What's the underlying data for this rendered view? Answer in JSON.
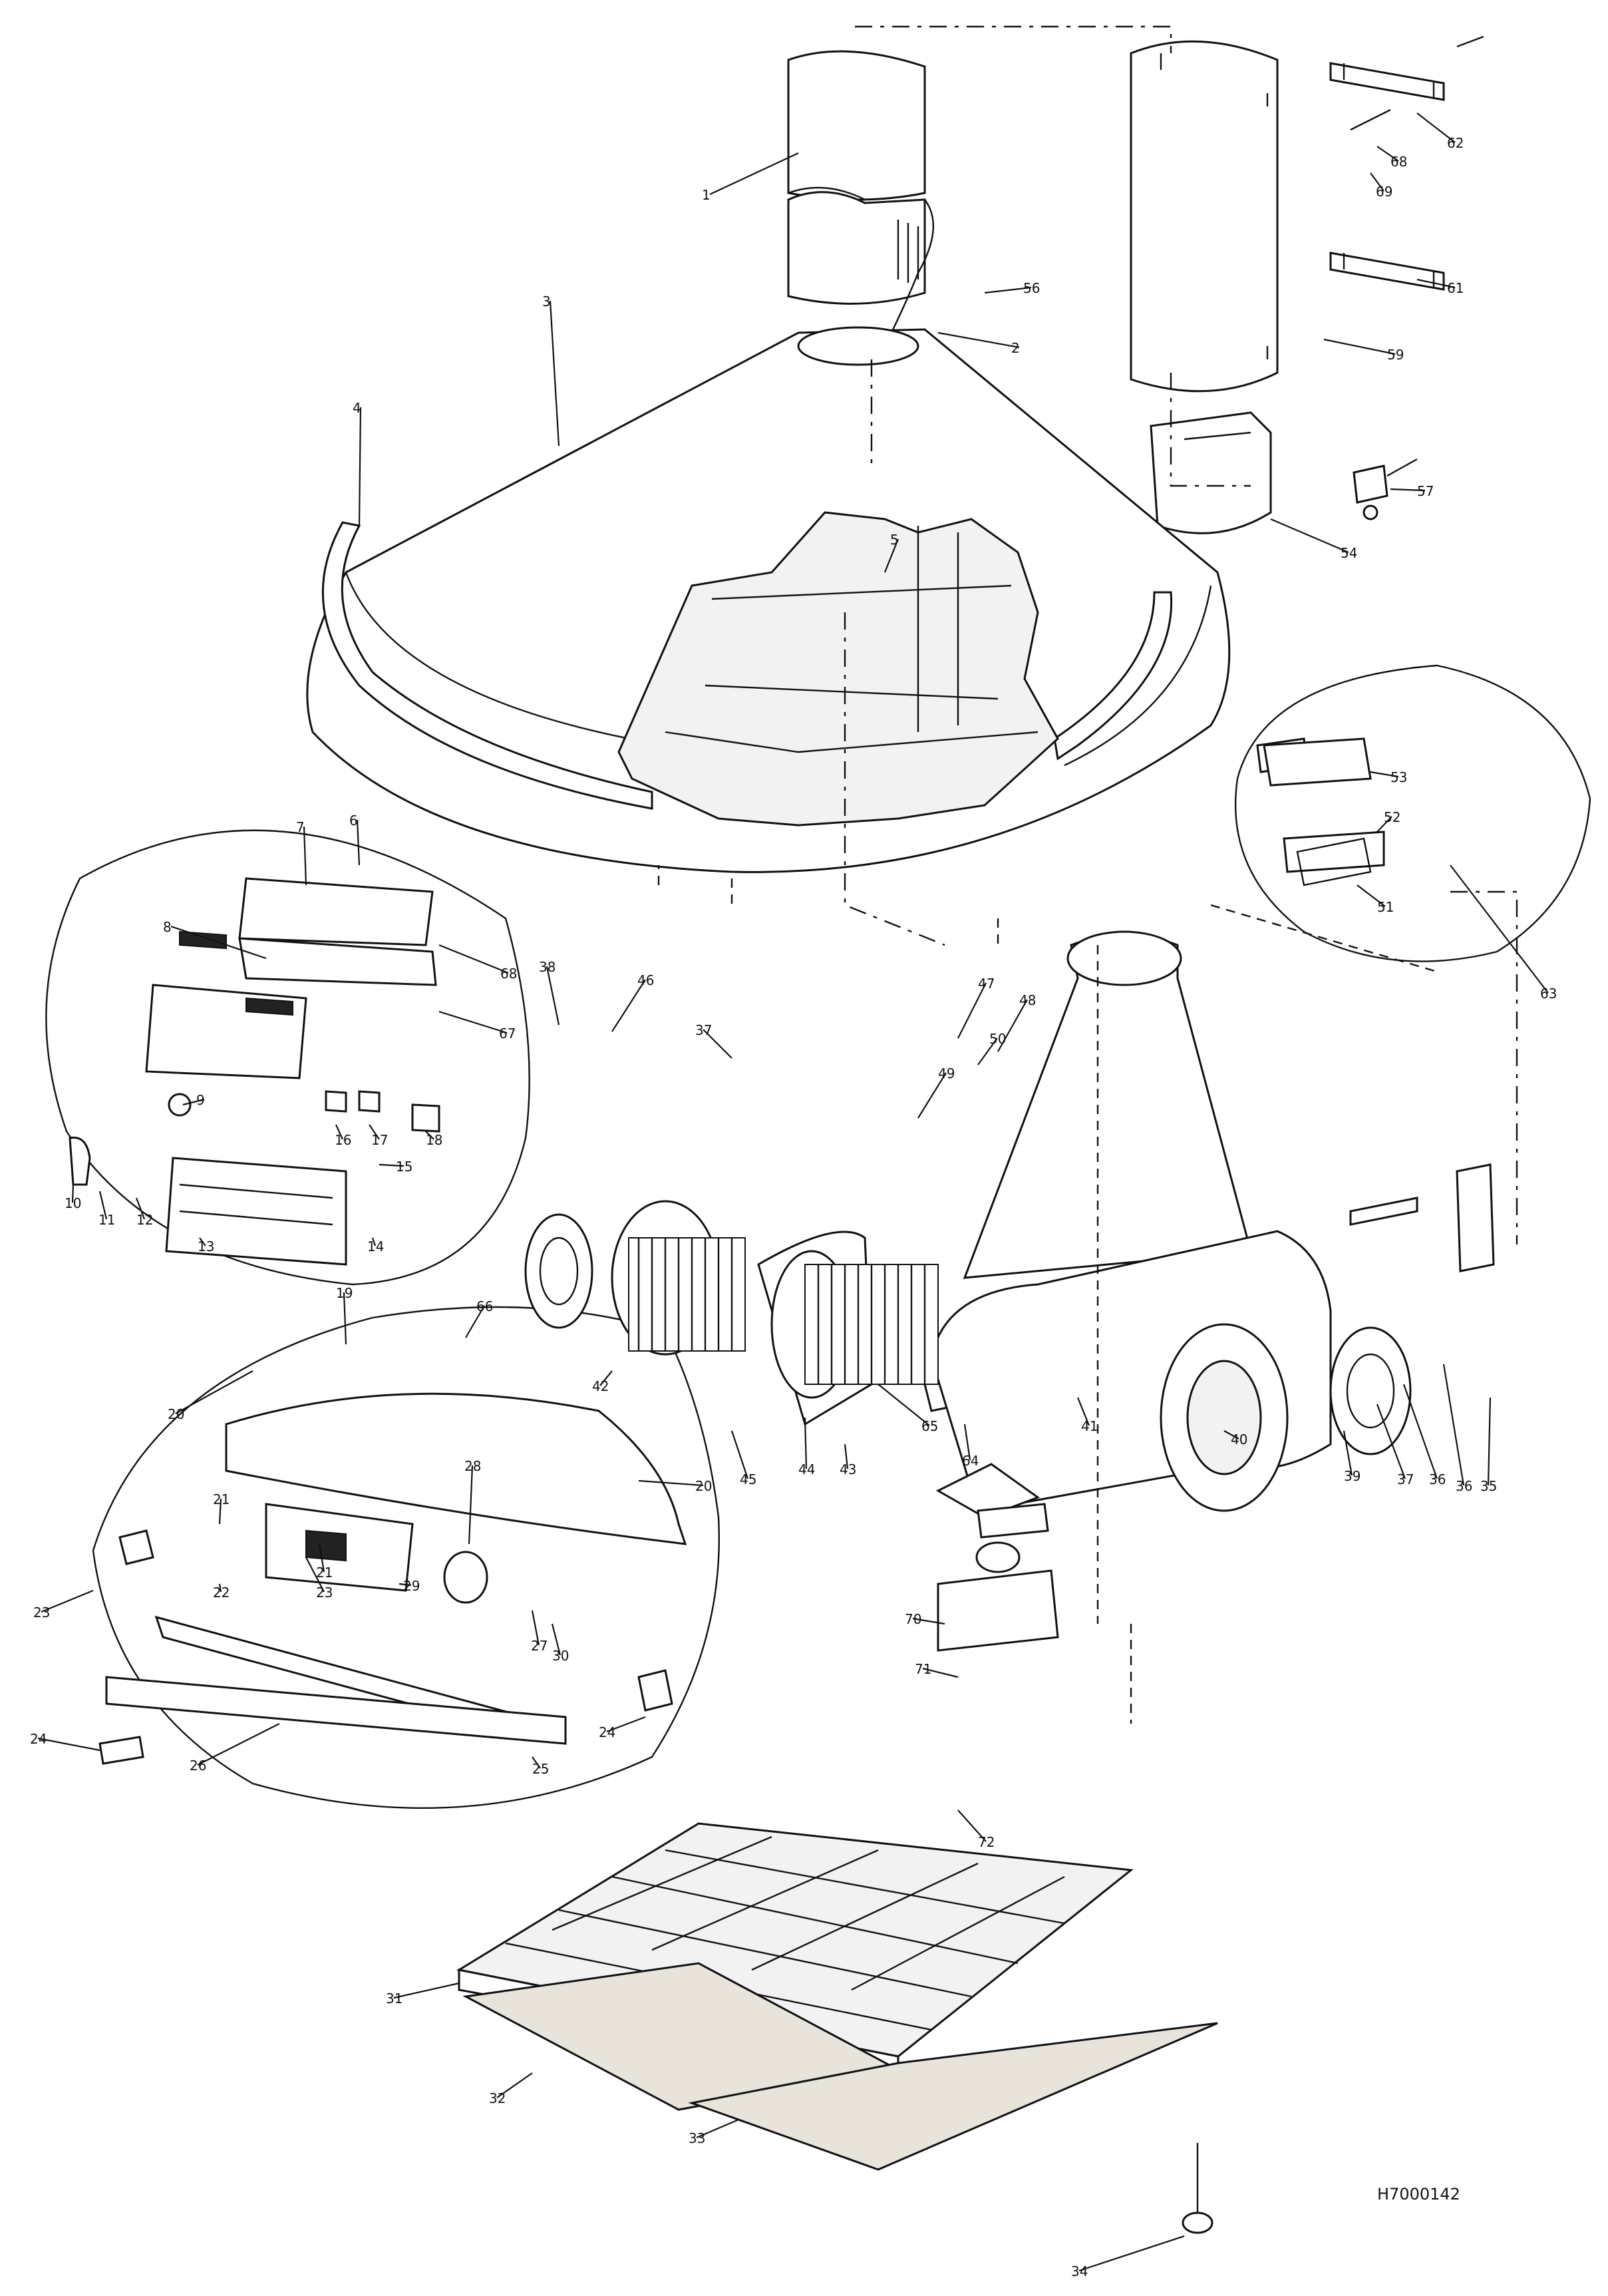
{
  "drawing_code": "H7000142",
  "callouts": [
    {
      "n": "1"
    },
    {
      "n": "2"
    },
    {
      "n": "3"
    },
    {
      "n": "4"
    },
    {
      "n": "5"
    },
    {
      "n": "6"
    },
    {
      "n": "7"
    },
    {
      "n": "8"
    },
    {
      "n": "9"
    },
    {
      "n": "10"
    },
    {
      "n": "11"
    },
    {
      "n": "12"
    },
    {
      "n": "13"
    },
    {
      "n": "14"
    },
    {
      "n": "15"
    },
    {
      "n": "16"
    },
    {
      "n": "17"
    },
    {
      "n": "18"
    },
    {
      "n": "19"
    },
    {
      "n": "20"
    },
    {
      "n": "20"
    },
    {
      "n": "21"
    },
    {
      "n": "21"
    },
    {
      "n": "22"
    },
    {
      "n": "23"
    },
    {
      "n": "23"
    },
    {
      "n": "24"
    },
    {
      "n": "24"
    },
    {
      "n": "25"
    },
    {
      "n": "26"
    },
    {
      "n": "27"
    },
    {
      "n": "28"
    },
    {
      "n": "29"
    },
    {
      "n": "30"
    },
    {
      "n": "31"
    },
    {
      "n": "32"
    },
    {
      "n": "33"
    },
    {
      "n": "34"
    },
    {
      "n": "35"
    },
    {
      "n": "36"
    },
    {
      "n": "36"
    },
    {
      "n": "37"
    },
    {
      "n": "37"
    },
    {
      "n": "38"
    },
    {
      "n": "39"
    },
    {
      "n": "40"
    },
    {
      "n": "41"
    },
    {
      "n": "42"
    },
    {
      "n": "43"
    },
    {
      "n": "44"
    },
    {
      "n": "45"
    },
    {
      "n": "46"
    },
    {
      "n": "47"
    },
    {
      "n": "48"
    },
    {
      "n": "49"
    },
    {
      "n": "50"
    },
    {
      "n": "51"
    },
    {
      "n": "52"
    },
    {
      "n": "53"
    },
    {
      "n": "54"
    },
    {
      "n": "56"
    },
    {
      "n": "57"
    },
    {
      "n": "59"
    },
    {
      "n": "61"
    },
    {
      "n": "62"
    },
    {
      "n": "63"
    },
    {
      "n": "64"
    },
    {
      "n": "65"
    },
    {
      "n": "66"
    },
    {
      "n": "67"
    },
    {
      "n": "68"
    },
    {
      "n": "68"
    },
    {
      "n": "69"
    },
    {
      "n": "70"
    },
    {
      "n": "71"
    },
    {
      "n": "72"
    }
  ]
}
